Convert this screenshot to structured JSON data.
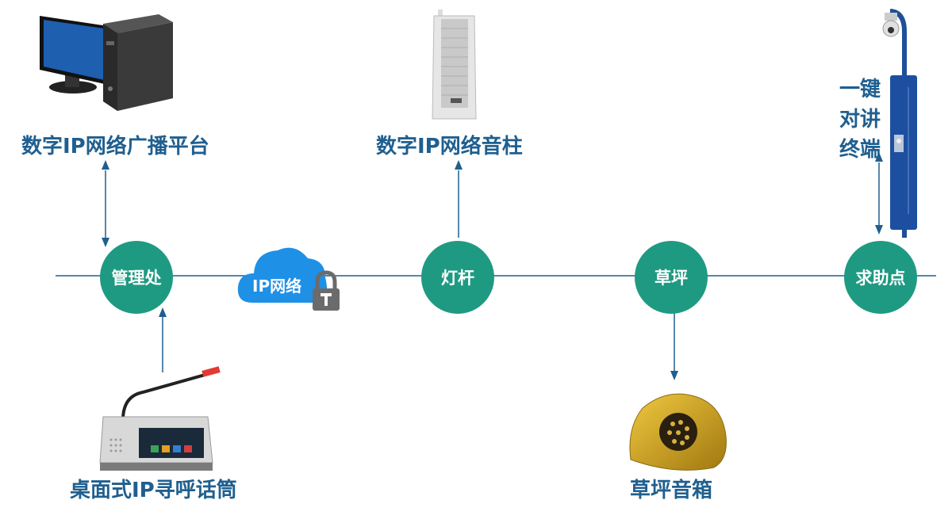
{
  "devices": {
    "platform_label": "数字IP网络广播平台",
    "column_label": "数字IP网络音柱",
    "intercom_lines": [
      "一键",
      "对讲",
      "终端"
    ],
    "desk_mic_label": "桌面式IP寻呼话筒",
    "lawn_speaker_label": "草坪音箱"
  },
  "nodes": {
    "management": "管理处",
    "light_pole": "灯杆",
    "lawn": "草坪",
    "help_point": "求助点"
  },
  "network": {
    "cloud_label": "IP网络"
  },
  "colors": {
    "node_fill": "#1f9a82",
    "line": "#1f5f8f",
    "cloud": "#1e90e6",
    "label_text": "#1f5f8f"
  }
}
